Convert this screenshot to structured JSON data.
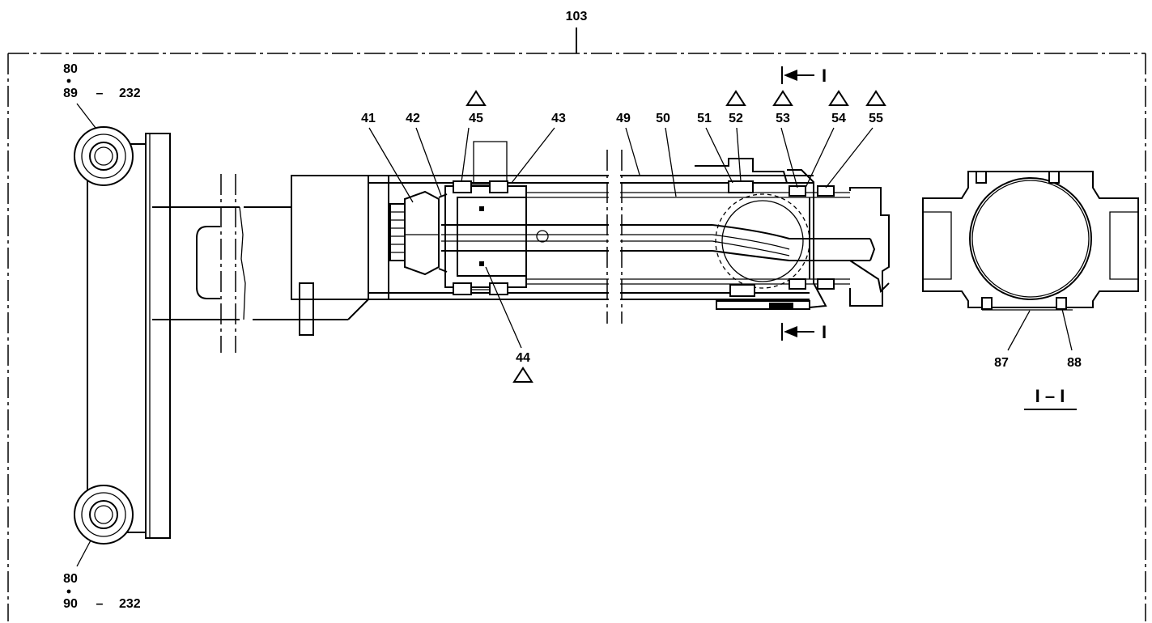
{
  "drawing": {
    "assembly_number": "103",
    "section_title": "I – I",
    "section_marker_letter": "I",
    "mount_top": {
      "part": "80",
      "hardware": "89",
      "dash": "–",
      "suffix": "232"
    },
    "mount_bottom": {
      "part": "80",
      "hardware": "90",
      "dash": "–",
      "suffix": "232"
    },
    "callouts": {
      "c41": "41",
      "c42": "42",
      "c45": "45",
      "c43": "43",
      "c49": "49",
      "c50": "50",
      "c51": "51",
      "c52": "52",
      "c53": "53",
      "c54": "54",
      "c55": "55",
      "c44": "44",
      "c87": "87",
      "c88": "88"
    }
  }
}
